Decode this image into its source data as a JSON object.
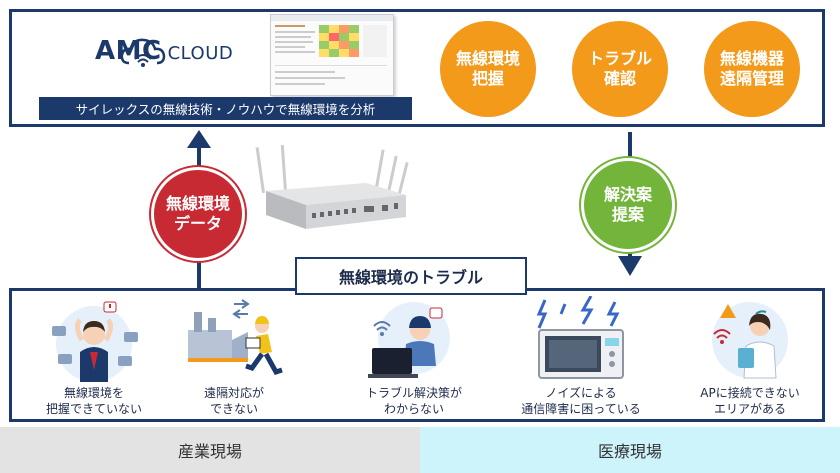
{
  "logo": {
    "main": "AMC",
    "sub": "CLOUD"
  },
  "banner": "サイレックスの無線技術・ノウハウで無線環境を分析",
  "functions": [
    {
      "line1": "無線環境",
      "line2": "把握"
    },
    {
      "line1": "トラブル",
      "line2": "確認"
    },
    {
      "line1": "無線機器",
      "line2": "遠隔管理"
    }
  ],
  "data_bubble": {
    "line1": "無線環境",
    "line2": "データ"
  },
  "solution_bubble": {
    "line1": "解決案",
    "line2": "提案"
  },
  "trouble_label": "無線環境のトラブル",
  "problems": [
    {
      "line1": "無線環境を",
      "line2": "把握できていない",
      "icon": "confused-worker-icon"
    },
    {
      "line1": "遠隔対応が",
      "line2": "できない",
      "icon": "factory-runner-icon"
    },
    {
      "line1": "トラブル解決策が",
      "line2": "わからない",
      "icon": "laptop-worker-icon"
    },
    {
      "line1": "ノイズによる",
      "line2": "通信障害に困っている",
      "icon": "microwave-noise-icon"
    },
    {
      "line1": "APに接続できない",
      "line2": "エリアがある",
      "icon": "nurse-tablet-icon"
    }
  ],
  "footer": {
    "industrial": "産業現場",
    "medical": "医療現場"
  },
  "colors": {
    "navy": "#1b3a6b",
    "orange": "#f39a1a",
    "red": "#c82a34",
    "green": "#73b53a",
    "footer_gray": "#e3e3e3",
    "footer_cyan": "#cdf3fb"
  }
}
